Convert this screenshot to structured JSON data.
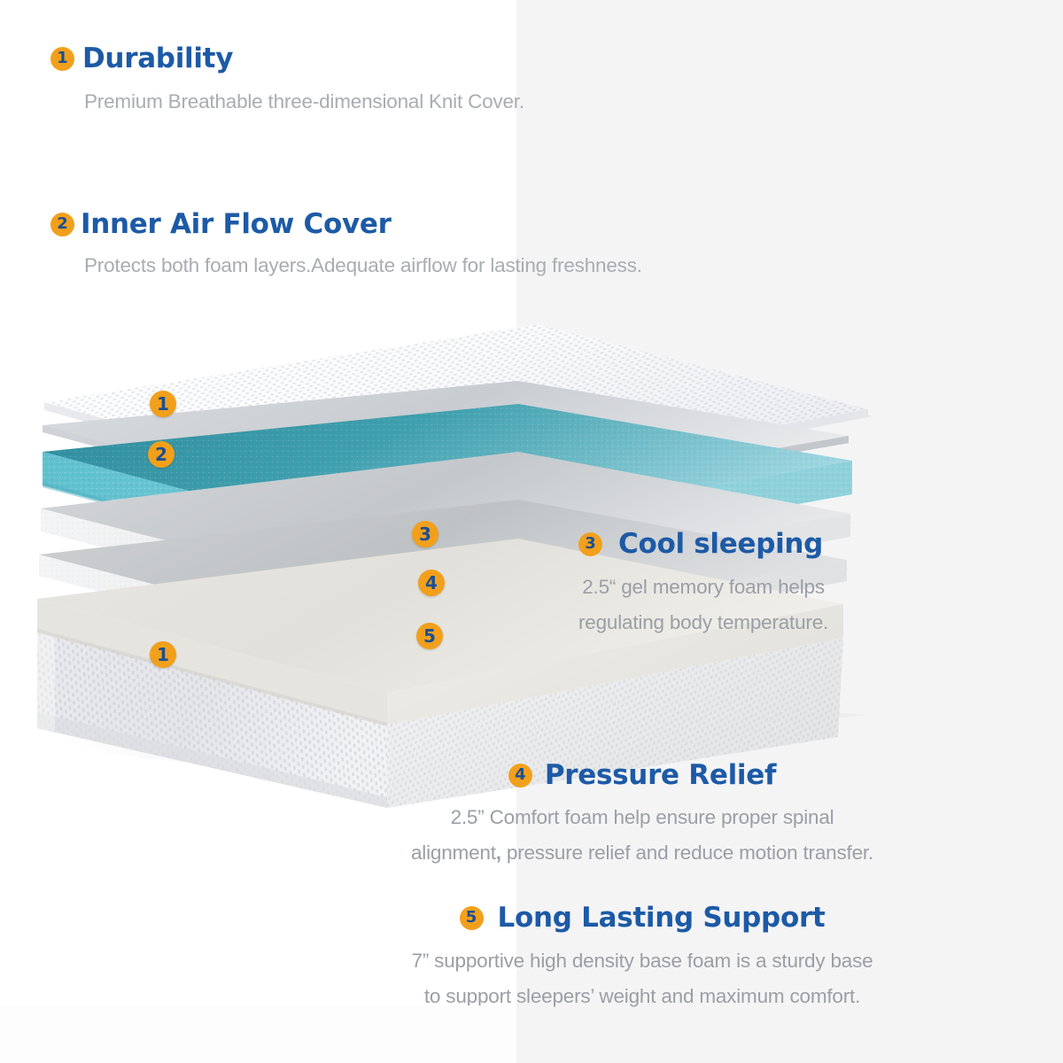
{
  "colors": {
    "heading_blue": "#1d5aa6",
    "badge_orange": "#f2a01c",
    "badge_numeral": "#1b4f93",
    "body_gray": "#a9acb3",
    "panel_gray": "#f4f4f5",
    "gel_foam_teal": "#4fb3c4",
    "gel_foam_teal_dark": "#2e8a9c"
  },
  "features": [
    {
      "number": "1",
      "title": "Durability",
      "lines": [
        "Premium Breathable three-dimensional Knit Cover."
      ]
    },
    {
      "number": "2",
      "title": "Inner Air Flow Cover",
      "lines": [
        "Protects both foam layers.Adequate airflow for lasting freshness."
      ]
    },
    {
      "number": "3",
      "title": "Cool sleeping",
      "lines": [
        "2.5“ gel memory foam helps",
        "regulating body temperature."
      ]
    },
    {
      "number": "4",
      "title": "Pressure Relief",
      "lines": [
        "2.5” Comfort foam help ensure proper spinal"
      ],
      "line2_a": "alignment",
      "line2_comma": ",",
      "line2_b": " pressure relief and reduce motion transfer."
    },
    {
      "number": "5",
      "title": "Long Lasting Support",
      "lines": [
        "7” supportive high density base foam is a sturdy base",
        "to support sleepers’ weight and maximum comfort."
      ]
    }
  ],
  "diagram": {
    "alt": "exploded-mattress-layers",
    "callouts": [
      {
        "id": "dot-1",
        "number": "1",
        "layer": "knit-cover-top"
      },
      {
        "id": "dot-2",
        "number": "2",
        "layer": "inner-air-flow-cover"
      },
      {
        "id": "dot-3",
        "number": "3",
        "layer": "gel-memory-foam"
      },
      {
        "id": "dot-4",
        "number": "4",
        "layer": "comfort-foam"
      },
      {
        "id": "dot-5",
        "number": "5",
        "layer": "high-density-base-foam"
      },
      {
        "id": "dot-6",
        "number": "1",
        "layer": "knit-cover-base"
      }
    ]
  }
}
